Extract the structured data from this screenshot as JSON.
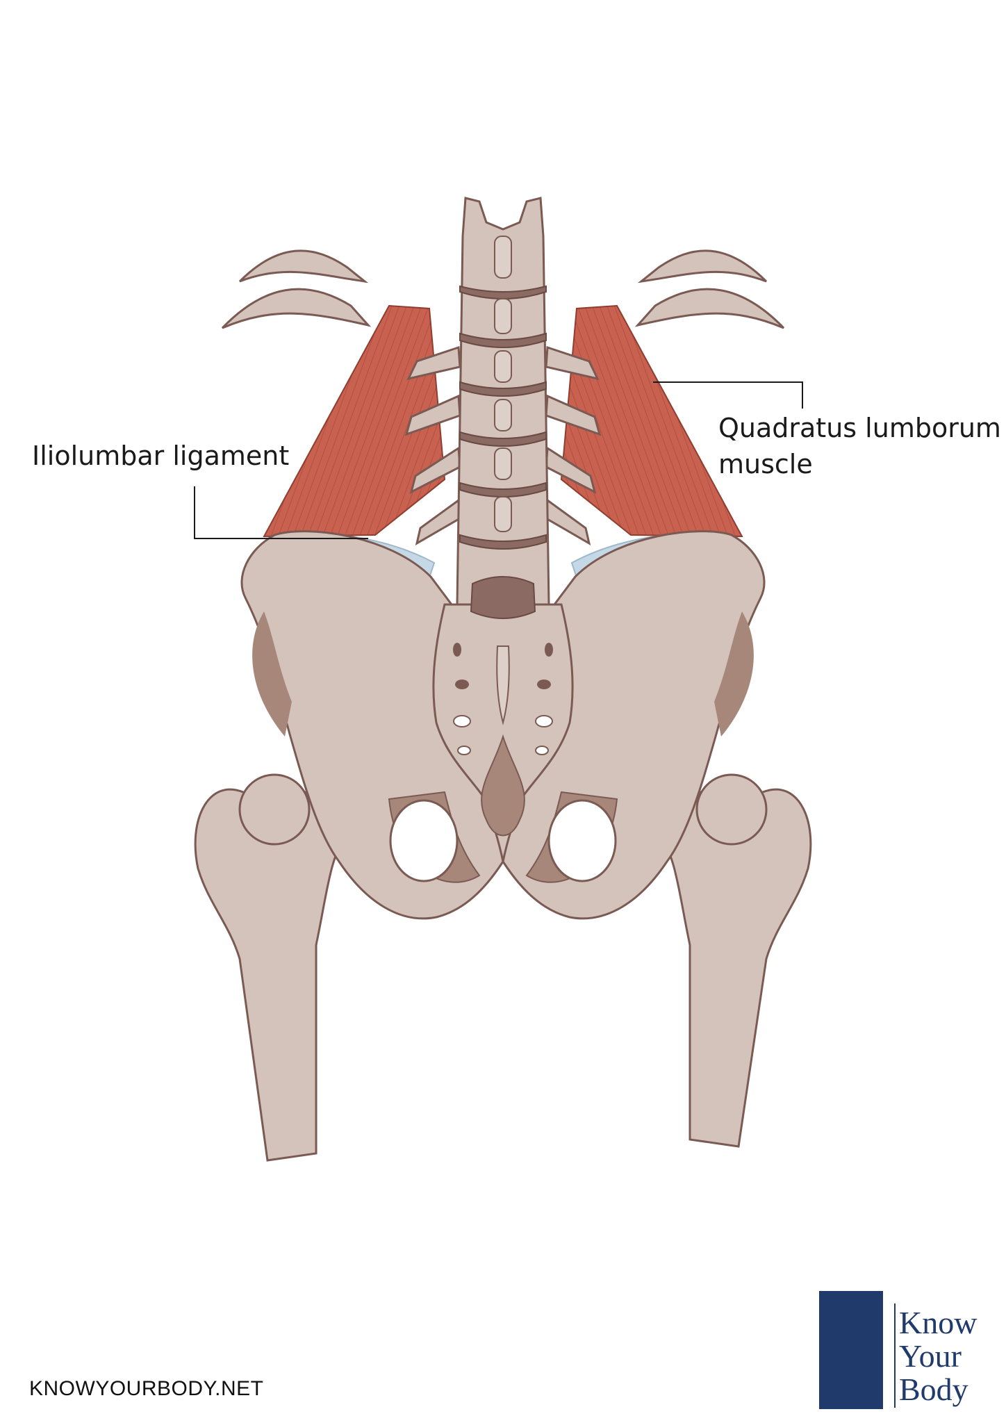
{
  "labels": {
    "iliolumbar": "Iliolumbar ligament",
    "quadratus_line1": "Quadratus lumborum",
    "quadratus_line2": "muscle"
  },
  "footer": {
    "site": "KNOWYOURBODY.NET"
  },
  "logo": {
    "line1": "Know",
    "line2": "Your",
    "line3": "Body"
  },
  "colors": {
    "bone": "#d3c3bb",
    "bone_outline": "#7a5a52",
    "bone_shadow": "#a8877b",
    "disc": "#8a6a62",
    "muscle": "#c8614f",
    "muscle_dark": "#a8493a",
    "ligament": "#c5d8e6",
    "logo_blue": "#1f3a6b"
  }
}
